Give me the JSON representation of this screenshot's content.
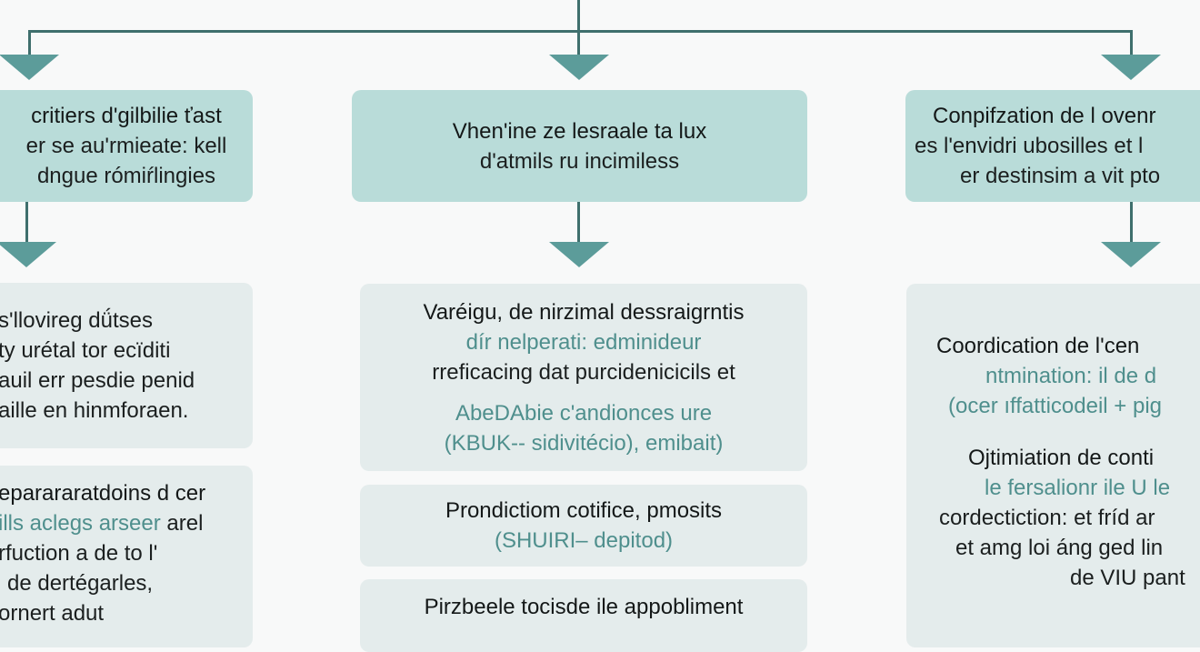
{
  "diagram": {
    "colors": {
      "connector": "#3f6f6d",
      "arrow": "#5c9c9a",
      "head_box": "#b9dcd9",
      "sub_box": "#e4ecec",
      "accent_text": "#4f8f8d",
      "background": "#f8f9f9"
    },
    "columns": [
      {
        "head": {
          "lines": [
            "critiers d'gilbilie ťast",
            "er se au'rmieate: kell",
            "dngue rómiŕlingies"
          ]
        },
        "subs": [
          {
            "lines": [
              {
                "text": "s'llovireg dǘtses",
                "style": "dark"
              },
              {
                "text": "ty urétal tor ecïditi",
                "style": "dark"
              },
              {
                "text": "auil err pesdie penid",
                "style": "dark"
              },
              {
                "text": "aille en hinmforaen.",
                "style": "dark"
              }
            ]
          },
          {
            "lines": [
              {
                "text": "eparararatdoins d cer",
                "style": "bold"
              },
              {
                "text": "ills aclegs arseer",
                "style": "teal",
                "suffix": " arel"
              },
              {
                "text": "rfuction a de to l'",
                "style": "dark"
              },
              {
                "text": "de dertégarles,",
                "style": "dark"
              },
              {
                "text": "ornert adut",
                "style": "dark"
              }
            ]
          }
        ]
      },
      {
        "head": {
          "lines": [
            "Vhen'ine ze lesraale ta lux",
            "d'atmils ru incimiless"
          ]
        },
        "subs": [
          {
            "lines": [
              {
                "text": "Varéigu, de nirzimal dessraigrntis",
                "style": "bold"
              },
              {
                "text": "dír nelperati: edminideur",
                "style": "teal"
              },
              {
                "text": "rreficacing dat purcidenicicils et",
                "style": "dark"
              },
              {
                "text": "",
                "style": "gap"
              },
              {
                "text": "AbeDAbie c'andionces ure",
                "style": "teal"
              },
              {
                "text": "(KBUK-- sidivitécio), emibait)",
                "style": "teal"
              }
            ]
          },
          {
            "lines": [
              {
                "text": "Prondictiom cotifice, pmosits",
                "style": "bold"
              },
              {
                "text": "(SHUIRI– depitod)",
                "style": "teal"
              }
            ]
          },
          {
            "lines": [
              {
                "text": "Pirzbeele tocisde ile appobliment",
                "style": "bold"
              }
            ]
          }
        ]
      },
      {
        "head": {
          "lines": [
            "Conpifzation de l ovenr",
            "es l'envidri ubosilles et l",
            "er destinsim a vit pto"
          ]
        },
        "subs": [
          {
            "lines": [
              {
                "text": "Coordication de l'cen",
                "style": "bold"
              },
              {
                "text": "ntmination: il de d",
                "style": "teal"
              },
              {
                "text": "(ocer ıffatticodeil + pig",
                "style": "teal"
              },
              {
                "text": "",
                "style": "gap"
              },
              {
                "text": "Ojtimiation de conti",
                "style": "bold"
              },
              {
                "text": "le fersalionr ile U le",
                "style": "teal"
              },
              {
                "text": "cordectiction: et fríd ar",
                "style": "dark"
              },
              {
                "text": "et amg loi áng ged lin",
                "style": "dark"
              },
              {
                "text": "de VIU pant",
                "style": "dark"
              }
            ]
          }
        ]
      }
    ]
  }
}
